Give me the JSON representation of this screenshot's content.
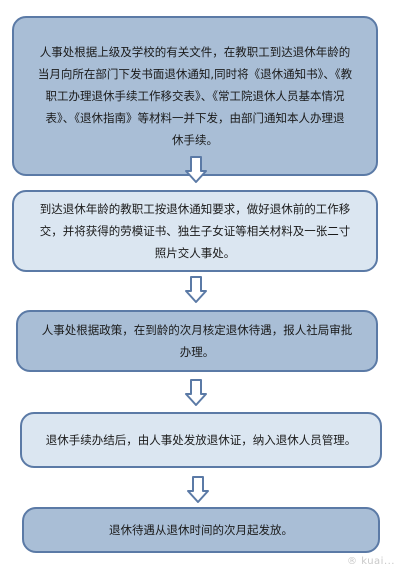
{
  "steps": [
    {
      "lines": [
        "人事处根据上级及学校的有关文件，在教职工到达退休年龄的",
        "当月向所在部门下发书面退休通知,同时将《退休通知书》、《教",
        "职工办理退休手续工作移交表》、《常工院退休人员基本情况",
        "表》、《退休指南》等材料一并下发，由部门通知本人办理退",
        "休手续。"
      ]
    },
    {
      "lines": [
        "到达退休年龄的教职工按退休通知要求，做好退休前的工作移",
        "交，并将获得的劳模证书、独生子女证等相关材料及一张二寸",
        "照片交人事处。"
      ]
    },
    {
      "lines": [
        "人事处根据政策，在到龄的次月核定退休待遇，报人社局审批",
        "办理。"
      ]
    },
    {
      "lines": [
        "退休手续办结后，由人事处发放退休证，纳入退休人员管理。"
      ]
    },
    {
      "lines": [
        "退休待遇从退休时间的次月起发放。"
      ]
    }
  ],
  "colors": {
    "box_dark": "#a9bed6",
    "box_light": "#dbe6f1",
    "border": "#5b7aa6",
    "arrow_fill": "#ffffff",
    "arrow_stroke": "#5b7aa6"
  },
  "arrow_icon": "hollow-down-arrow-icon",
  "watermark": "® kuai..."
}
